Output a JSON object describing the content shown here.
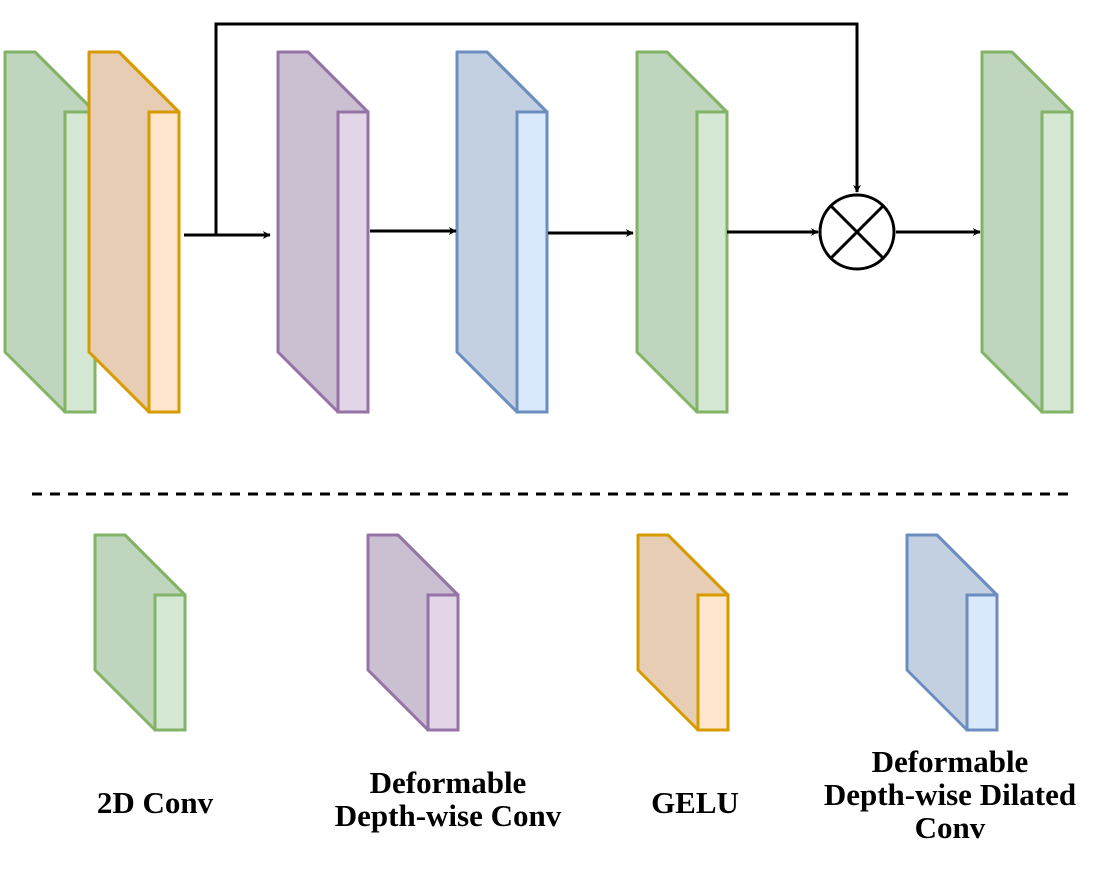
{
  "colors": {
    "conv2d": {
      "front": "#d5e8d4",
      "side": "#bfd5bd",
      "stroke": "#82b366"
    },
    "deform_dw": {
      "front": "#e1d5e7",
      "side": "#cbbfd2",
      "stroke": "#9673a6"
    },
    "gelu": {
      "front": "#ffe6cc",
      "side": "#e6cdb3",
      "stroke": "#d79b00"
    },
    "deform_dw_dilated": {
      "front": "#dae8fc",
      "side": "#c3d0e2",
      "stroke": "#6c8ebf"
    }
  },
  "operator_icon": "multiply-circle-icon",
  "legend": [
    {
      "key": "conv2d",
      "lines": [
        "2D Conv"
      ]
    },
    {
      "key": "deform_dw",
      "lines": [
        "Deformable",
        "Depth-wise Conv"
      ]
    },
    {
      "key": "gelu",
      "lines": [
        "GELU"
      ]
    },
    {
      "key": "deform_dw_dilated",
      "lines": [
        "Deformable",
        "Depth-wise Dilated",
        "Conv"
      ]
    }
  ]
}
